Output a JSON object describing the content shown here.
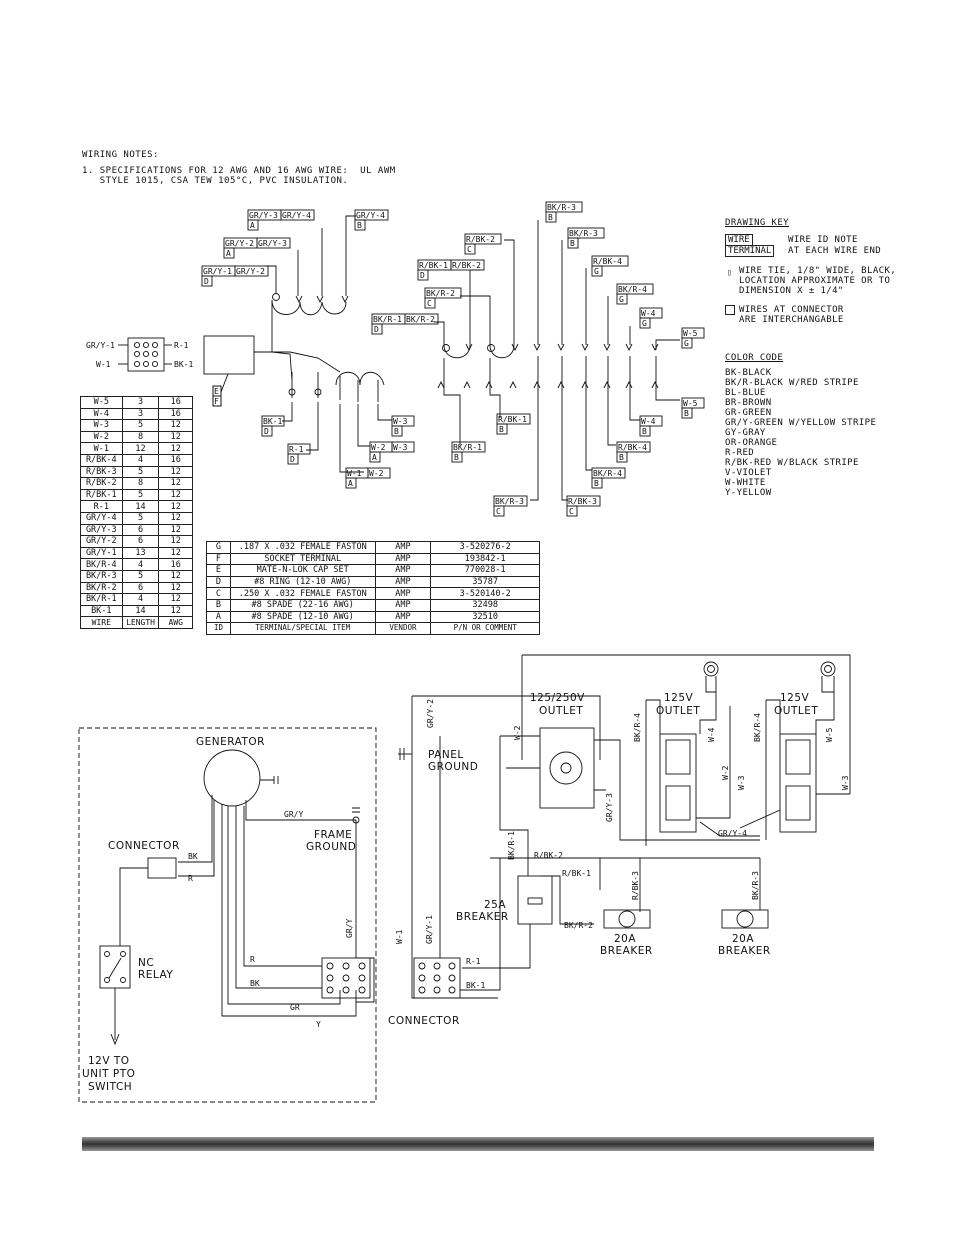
{
  "wiring_notes": {
    "title": "WIRING NOTES:",
    "line1": "1. SPECIFICATIONS FOR 12 AWG AND 16 AWG WIRE:  UL AWM",
    "line2": "   STYLE 1015, CSA TEW 105°C, PVC INSULATION."
  },
  "drawing_key": {
    "title": "DRAWING KEY",
    "wire_box": "WIRE",
    "terminal_box": "TERMINAL",
    "wire_note_1": "WIRE ID NOTE",
    "wire_note_2": "AT EACH WIRE END",
    "tie_1": "WIRE TIE, 1/8\" WIDE, BLACK,",
    "tie_2": "LOCATION APPROXIMATE OR TO",
    "tie_3": "DIMENSION X ± 1/4\"",
    "inter_1": "WIRES AT CONNECTOR",
    "inter_2": "ARE INTERCHANGABLE"
  },
  "color_code": {
    "title": "COLOR CODE",
    "items": [
      "BK-BLACK",
      "BK/R-BLACK W/RED STRIPE",
      "BL-BLUE",
      "BR-BROWN",
      "GR-GREEN",
      "GR/Y-GREEN W/YELLOW STRIPE",
      "GY-GRAY",
      "OR-ORANGE",
      "R-RED",
      "R/BK-RED W/BLACK STRIPE",
      "V-VIOLET",
      "W-WHITE",
      "Y-YELLOW"
    ]
  },
  "wire_table": {
    "headers": [
      "WIRE",
      "LENGTH",
      "AWG"
    ],
    "rows": [
      [
        "W-5",
        "3",
        "16"
      ],
      [
        "W-4",
        "3",
        "16"
      ],
      [
        "W-3",
        "5",
        "12"
      ],
      [
        "W-2",
        "8",
        "12"
      ],
      [
        "W-1",
        "12",
        "12"
      ],
      [
        "R/BK-4",
        "4",
        "16"
      ],
      [
        "R/BK-3",
        "5",
        "12"
      ],
      [
        "R/BK-2",
        "8",
        "12"
      ],
      [
        "R/BK-1",
        "5",
        "12"
      ],
      [
        "R-1",
        "14",
        "12"
      ],
      [
        "GR/Y-4",
        "5",
        "12"
      ],
      [
        "GR/Y-3",
        "6",
        "12"
      ],
      [
        "GR/Y-2",
        "6",
        "12"
      ],
      [
        "GR/Y-1",
        "13",
        "12"
      ],
      [
        "BK/R-4",
        "4",
        "16"
      ],
      [
        "BK/R-3",
        "5",
        "12"
      ],
      [
        "BK/R-2",
        "6",
        "12"
      ],
      [
        "BK/R-1",
        "4",
        "12"
      ],
      [
        "BK-1",
        "14",
        "12"
      ]
    ]
  },
  "terminal_table": {
    "headers": [
      "ID",
      "TERMINAL/SPECIAL ITEM",
      "VENDOR",
      "P/N OR COMMENT"
    ],
    "rows": [
      [
        "G",
        ".187 X .032 FEMALE FASTON",
        "AMP",
        "3-520276-2"
      ],
      [
        "F",
        "SOCKET TERMINAL",
        "AMP",
        "193842-1"
      ],
      [
        "E",
        "MATE-N-LOK CAP SET",
        "AMP",
        "770028-1"
      ],
      [
        "D",
        "#8 RING (12-10 AWG)",
        "AMP",
        "35787"
      ],
      [
        "C",
        ".250 X .032 FEMALE FASTON",
        "AMP",
        "3-520140-2"
      ],
      [
        "B",
        "#8 SPADE (22-16 AWG)",
        "AMP",
        "32498"
      ],
      [
        "A",
        "#8 SPADE (12-10 AWG)",
        "AMP",
        "32510"
      ]
    ]
  },
  "connector_pinout": {
    "left_top": "GR/Y-1",
    "left_bottom": "W-1",
    "right_top": "R-1",
    "right_bottom": "BK-1"
  },
  "harness_labels": {
    "gry3": "GR/Y-3",
    "gry4": "GR/Y-4",
    "gry4b": "GR/Y-4",
    "gry2": "GR/Y-2",
    "gry3b": "GR/Y-3",
    "gry1": "GR/Y-1",
    "gry2b": "GR/Y-2",
    "rbk2": "R/BK-2",
    "rbk1": "R/BK-1",
    "rbk2b": "R/BK-2",
    "bkr2": "BK/R-2",
    "bkr1": "BK/R-1",
    "bkr2b": "BK/R-2",
    "bkr3": "BK/R-3",
    "bkr3b": "BK/R-3",
    "rbk4": "R/BK-4",
    "bkr4": "BK/R-4",
    "w4": "W-4",
    "w5": "W-5",
    "bk1": "BK-1",
    "r1": "R-1",
    "w3": "W-3",
    "w2": "W-2",
    "w3b": "W-3",
    "w1": "W-1",
    "w2b": "W-2",
    "rbk1b": "R/BK-1",
    "bkr1b": "BK/R-1",
    "rbk3": "R/BK-3",
    "rbk3b": "R/BK-3",
    "rbk4b": "R/BK-4",
    "bkr4b": "BK/R-4",
    "bkr3c": "BK/R-3",
    "rbk3c": "R/BK-3",
    "w4b": "W-4",
    "w5b": "W-5",
    "A": "A",
    "B": "B",
    "C": "C",
    "D": "D",
    "E": "E",
    "F": "F",
    "G": "G"
  },
  "generator_schematic": {
    "generator": "GENERATOR",
    "gry": "GR/Y",
    "frame_1": "FRAME",
    "frame_2": "GROUND",
    "connector": "CONNECTOR",
    "bk": "BK",
    "r": "R",
    "nc": "NC",
    "relay": "RELAY",
    "gry_v": "GR/Y",
    "r2": "R",
    "bk2": "BK",
    "gr": "GR",
    "y": "Y",
    "pto_1": "12V TO",
    "pto_2": "UNIT PTO",
    "pto_3": "SWITCH"
  },
  "panel_schematic": {
    "outlet_250_1": "125/250V",
    "outlet_250_2": "OUTLET",
    "outlet_125a_1": "125V",
    "outlet_125a_2": "OUTLET",
    "outlet_125b_1": "125V",
    "outlet_125b_2": "OUTLET",
    "panel_1": "PANEL",
    "panel_2": "GROUND",
    "gry2": "GR/Y-2",
    "w2": "W-2",
    "bkr4": "BK/R-4",
    "w4": "W-4",
    "w2b": "W-2",
    "w3": "W-3",
    "bkr4b": "BK/R-4",
    "w5": "W-5",
    "w3b": "W-3",
    "gry3": "GR/Y-3",
    "gry4": "GR/Y-4",
    "bkr1": "BK/R-1",
    "rbk2": "R/BK-2",
    "rbk1": "R/BK-1",
    "rbk3": "R/BK-3",
    "bkr3": "BK/R-3",
    "b25_1": "25A",
    "b25_2": "BREAKER",
    "bkr2": "BK/R-2",
    "b20a_1": "20A",
    "b20a_2": "BREAKER",
    "b20b_1": "20A",
    "b20b_2": "BREAKER",
    "w1": "W-1",
    "gry1": "GR/Y-1",
    "r1": "R-1",
    "bk1": "BK-1",
    "connector": "CONNECTOR"
  }
}
